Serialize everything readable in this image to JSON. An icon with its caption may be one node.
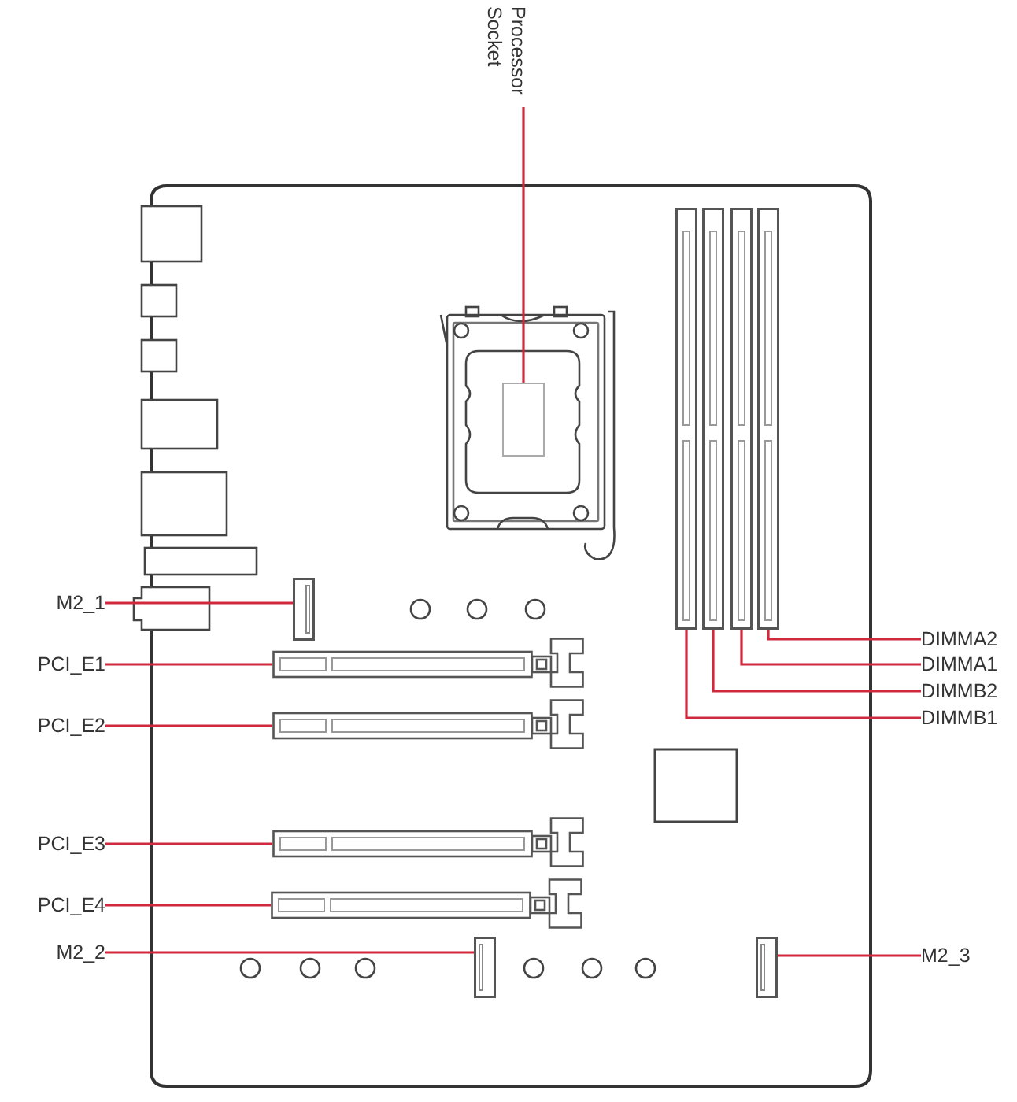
{
  "diagram": {
    "nodes": [
      {
        "text": [
          "Processor Socket"
        ]
      },
      {
        "text": [],
        "shape": "box"
      },
      {
        "text": [],
        "shape": "box"
      },
      {
        "text": [],
        "shape": "box"
      },
      {
        "text": [],
        "shape": "box"
      },
      {
        "text": [],
        "shape": "box"
      },
      {
        "text": [
          "M2_1"
        ]
      },
      {
        "text": [],
        "shape": "box"
      },
      {
        "text": [
          "DIMMA2"
        ]
      },
      {
        "text": [
          "PCI_E1"
        ]
      },
      {
        "text": [],
        "shape": "box"
      },
      {
        "text": [
          "DIMMA1"
        ]
      },
      {
        "text": [
          "DIMMB2"
        ]
      },
      {
        "text": [
          "DIMMB1"
        ]
      },
      {
        "text": [
          "PCI_E2"
        ]
      },
      {
        "text": [],
        "shape": "box"
      },
      {
        "text": [
          "PCI_E3"
        ]
      },
      {
        "text": [],
        "shape": "box"
      },
      {
        "text": [
          "PCI_E4"
        ]
      },
      {
        "text": [],
        "shape": "box"
      },
      {
        "text": [
          "M2_2"
        ]
      },
      {
        "text": [],
        "shape": "box"
      },
      {
        "text": [],
        "shape": "box"
      },
      {
        "text": [
          "M2_3"
        ]
      }
    ],
    "edges": [
      {
        "from": 0,
        "to": 1,
        "arrow": "none"
      },
      {
        "from": 6,
        "to": 7,
        "arrow": "none"
      },
      {
        "from": 8,
        "to": 5,
        "arrow": "none"
      },
      {
        "from": 9,
        "to": 10,
        "arrow": "none"
      },
      {
        "from": 11,
        "to": 4,
        "arrow": "none"
      },
      {
        "from": 12,
        "to": 3,
        "arrow": "none"
      },
      {
        "from": 13,
        "to": 2,
        "arrow": "none"
      },
      {
        "from": 14,
        "to": 15,
        "arrow": "none"
      },
      {
        "from": 16,
        "to": 17,
        "arrow": "none"
      },
      {
        "from": 18,
        "to": 19,
        "arrow": "none"
      },
      {
        "from": 20,
        "to": 21,
        "arrow": "none"
      },
      {
        "from": 23,
        "to": 22,
        "arrow": "none"
      }
    ]
  }
}
